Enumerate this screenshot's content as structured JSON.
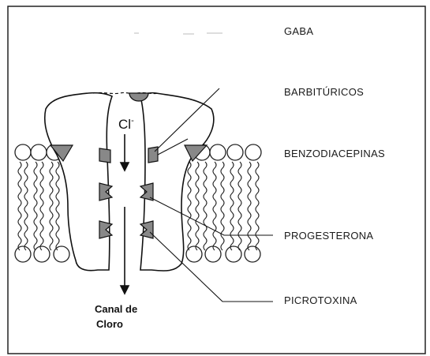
{
  "labels": {
    "gaba": "GABA",
    "barbituricos": "BARBITÚRICOS",
    "benzodiacepinas": "BENZODIACEPINAS",
    "progesterona": "PROGESTERONA",
    "picrotoxina": "PICROTOXINA"
  },
  "ion": "Cl",
  "ion_charge": "-",
  "channel_caption": [
    "Canal de",
    "Cloro"
  ],
  "colors": {
    "line": "#111111",
    "site_fill": "#777777",
    "frame": "#222222"
  }
}
